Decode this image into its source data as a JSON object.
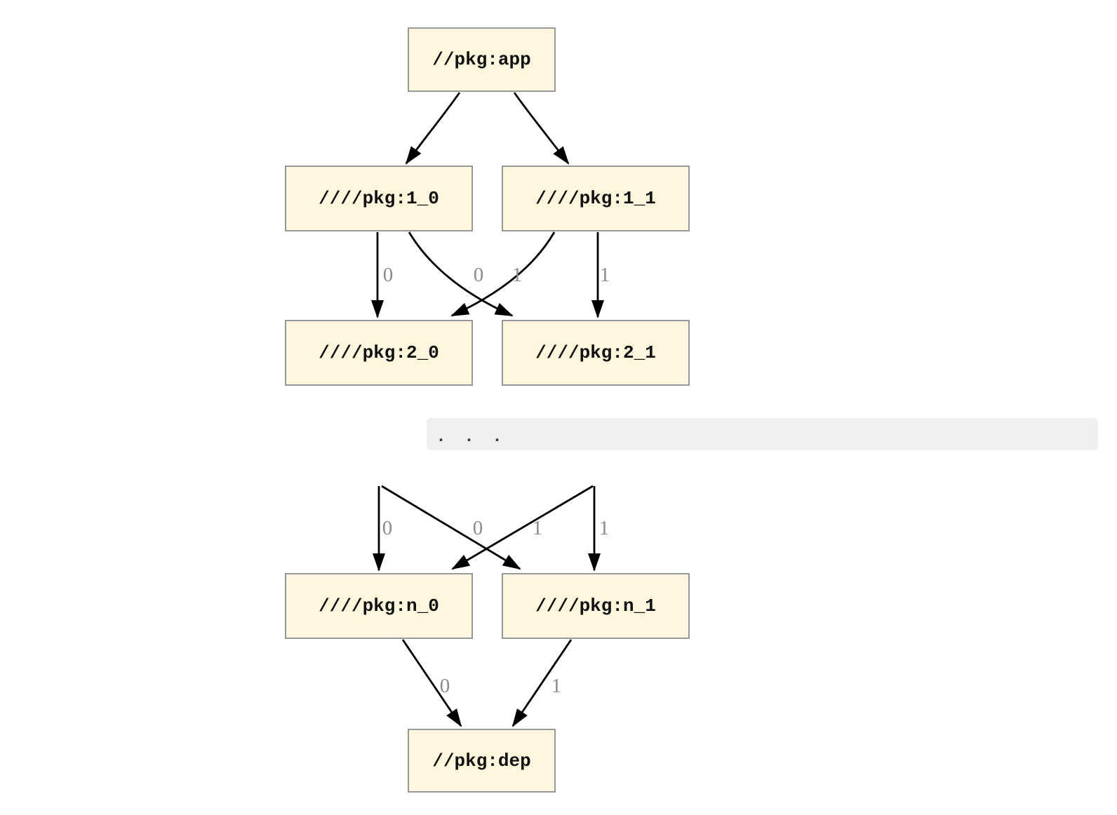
{
  "colors": {
    "background": "#FFFFFF",
    "node_fill": "#FFF6DE",
    "node_border": "#95999C",
    "node_text": "#111111",
    "edge": "#000000",
    "edge_label": "#8B8B8B",
    "band_bg": "#F0F0F0",
    "ellipsis_text": "#3C3C3C"
  },
  "diagram": {
    "type": "dependency-graph",
    "nodes": [
      {
        "id": "app",
        "label": "//pkg:app"
      },
      {
        "id": "pkg1_0",
        "label": "////pkg:1_0"
      },
      {
        "id": "pkg1_1",
        "label": "////pkg:1_1"
      },
      {
        "id": "pkg2_0",
        "label": "////pkg:2_0"
      },
      {
        "id": "pkg2_1",
        "label": "////pkg:2_1"
      },
      {
        "id": "pkgn_0",
        "label": "////pkg:n_0"
      },
      {
        "id": "pkgn_1",
        "label": "////pkg:n_1"
      },
      {
        "id": "dep",
        "label": "//pkg:dep"
      }
    ],
    "edges": [
      {
        "from": "app",
        "to": "pkg1_0",
        "label": ""
      },
      {
        "from": "app",
        "to": "pkg1_1",
        "label": ""
      },
      {
        "from": "pkg1_0",
        "to": "pkg2_0",
        "label": "0"
      },
      {
        "from": "pkg1_0",
        "to": "pkg2_1",
        "label": "1"
      },
      {
        "from": "pkg1_1",
        "to": "pkg2_0",
        "label": "0"
      },
      {
        "from": "pkg1_1",
        "to": "pkg2_1",
        "label": "1"
      },
      {
        "from": "ellipsis",
        "to": "pkgn_0",
        "label": "0"
      },
      {
        "from": "ellipsis",
        "to": "pkgn_1",
        "label": "1"
      },
      {
        "from": "ellipsis",
        "to": "pkgn_0",
        "label": "0"
      },
      {
        "from": "ellipsis",
        "to": "pkgn_1",
        "label": "1"
      },
      {
        "from": "pkgn_0",
        "to": "dep",
        "label": "0"
      },
      {
        "from": "pkgn_1",
        "to": "dep",
        "label": "1"
      }
    ],
    "ellipsis": {
      "text": ". . ."
    }
  }
}
